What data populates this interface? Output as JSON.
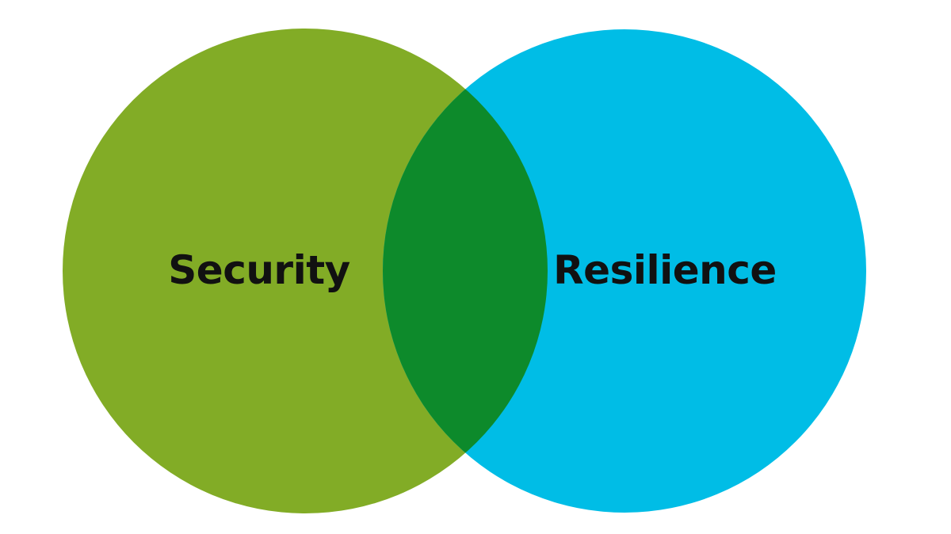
{
  "diagram": {
    "type": "venn",
    "background_color": "#ffffff",
    "label_text_color": "#111111",
    "circles": [
      {
        "id": "left",
        "label": "Security",
        "color": "#82AC26"
      },
      {
        "id": "right",
        "label": "Resilience",
        "color": "#00BDE6"
      }
    ],
    "overlap": {
      "color": "#0D8A2B",
      "label": ""
    }
  }
}
